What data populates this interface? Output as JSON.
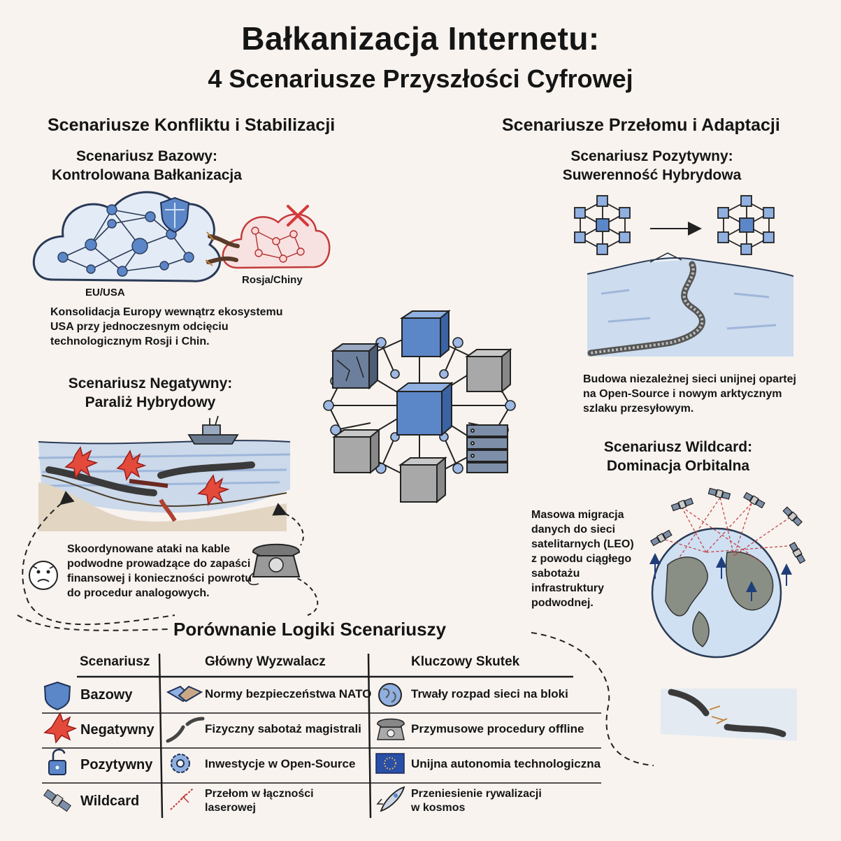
{
  "title": "Bałkanizacja Internetu:",
  "subtitle": "4 Scenariusze Przyszłości Cyfrowej",
  "left_section": "Scenariusze Konfliktu i Stabilizacji",
  "right_section": "Scenariusze Przełomu i Adaptacji",
  "base": {
    "heading_line1": "Scenariusz Bazowy:",
    "heading_line2": "Kontrolowana Bałkanizacja",
    "label_a": "EU/USA",
    "label_b": "Rosja/Chiny",
    "desc_lines": [
      "Konsolidacja Europy wewnątrz ekosystemu",
      "USA przy jednoczesnym odcięciu",
      "technologicznym Rosji i Chin."
    ]
  },
  "negative": {
    "heading_line1": "Scenariusz Negatywny:",
    "heading_line2": "Paraliż Hybrydowy",
    "desc_lines": [
      "Skoordynowane ataki na kable",
      "podwodne prowadzące do zapaści",
      "finansowej i konieczności powrotu",
      "do procedur analogowych."
    ]
  },
  "positive": {
    "heading_line1": "Scenariusz Pozytywny:",
    "heading_line2": "Suwerenność Hybrydowa",
    "desc_lines": [
      "Budowa niezależnej sieci unijnej opartej",
      "na Open-Source i nowym arktycznym",
      "szlaku przesyłowym."
    ]
  },
  "wildcard": {
    "heading_line1": "Scenariusz Wildcard:",
    "heading_line2": "Dominacja Orbitalna",
    "desc_lines": [
      "Masowa migracja",
      "danych do sieci",
      "satelitarnych (LEO)",
      "z powodu ciągłego",
      "sabotażu",
      "infrastruktury",
      "podwodnej."
    ]
  },
  "table": {
    "title": "Porównanie Logiki Scenariuszy",
    "headers": [
      "Scenariusz",
      "Główny Wyzwalacz",
      "Kluczowy Skutek"
    ],
    "rows": [
      {
        "name": "Bazowy",
        "trigger": "Normy bezpieczeństwa NATO",
        "effect": "Trwały rozpad sieci na bloki",
        "icon": "shield-icon",
        "trigger_icon": "handshake-icon",
        "effect_icon": "globe-icon"
      },
      {
        "name": "Negatywny",
        "trigger": "Fizyczny sabotaż magistrali",
        "effect": "Przymusowe procedury offline",
        "icon": "explosion-icon",
        "trigger_icon": "broken-cable-icon",
        "effect_icon": "telephone-icon"
      },
      {
        "name": "Pozytywny",
        "trigger": "Inwestycje w Open-Source",
        "effect": "Unijna autonomia technologiczna",
        "icon": "unlocked-padlock-icon",
        "trigger_icon": "gear-icon",
        "effect_icon": "eu-flag-icon"
      },
      {
        "name": "Wildcard",
        "trigger_lines": [
          "Przełom w łączności",
          "laserowej"
        ],
        "effect_lines": [
          "Przeniesienie rywalizacji",
          "w kosmos"
        ],
        "icon": "satellite-icon",
        "trigger_icon": "laser-icon",
        "effect_icon": "rocket-icon"
      }
    ]
  },
  "colors": {
    "background": "#f8f3ef",
    "blue": "#5b86c8",
    "red": "#d43a3a",
    "ink": "#151515"
  }
}
